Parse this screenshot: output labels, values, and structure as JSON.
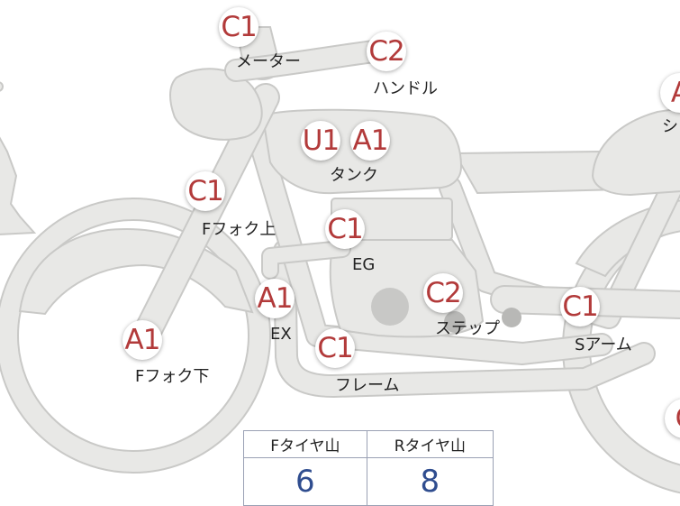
{
  "badges": {
    "meter": "C1",
    "handle": "C2",
    "tank_u": "U1",
    "tank_a": "A1",
    "seat": "A",
    "ffork_upper": "C1",
    "eg": "C1",
    "ex": "A1",
    "step": "C2",
    "swingarm": "C1",
    "ffork_lower": "A1",
    "frame": "C1",
    "rear_lower": "C"
  },
  "labels": {
    "meter": "メーター",
    "handle": "ハンドル",
    "tank": "タンク",
    "seat": "シ",
    "ffork_upper": "Fフォク上",
    "eg": "EG",
    "ex": "EX",
    "step": "ステップ",
    "swingarm": "Sアーム",
    "ffork_lower": "Fフォク下",
    "frame": "フレーム"
  },
  "tire_table": {
    "front_header": "Fタイヤ山",
    "rear_header": "Rタイヤ山",
    "front_value": "6",
    "rear_value": "8"
  }
}
